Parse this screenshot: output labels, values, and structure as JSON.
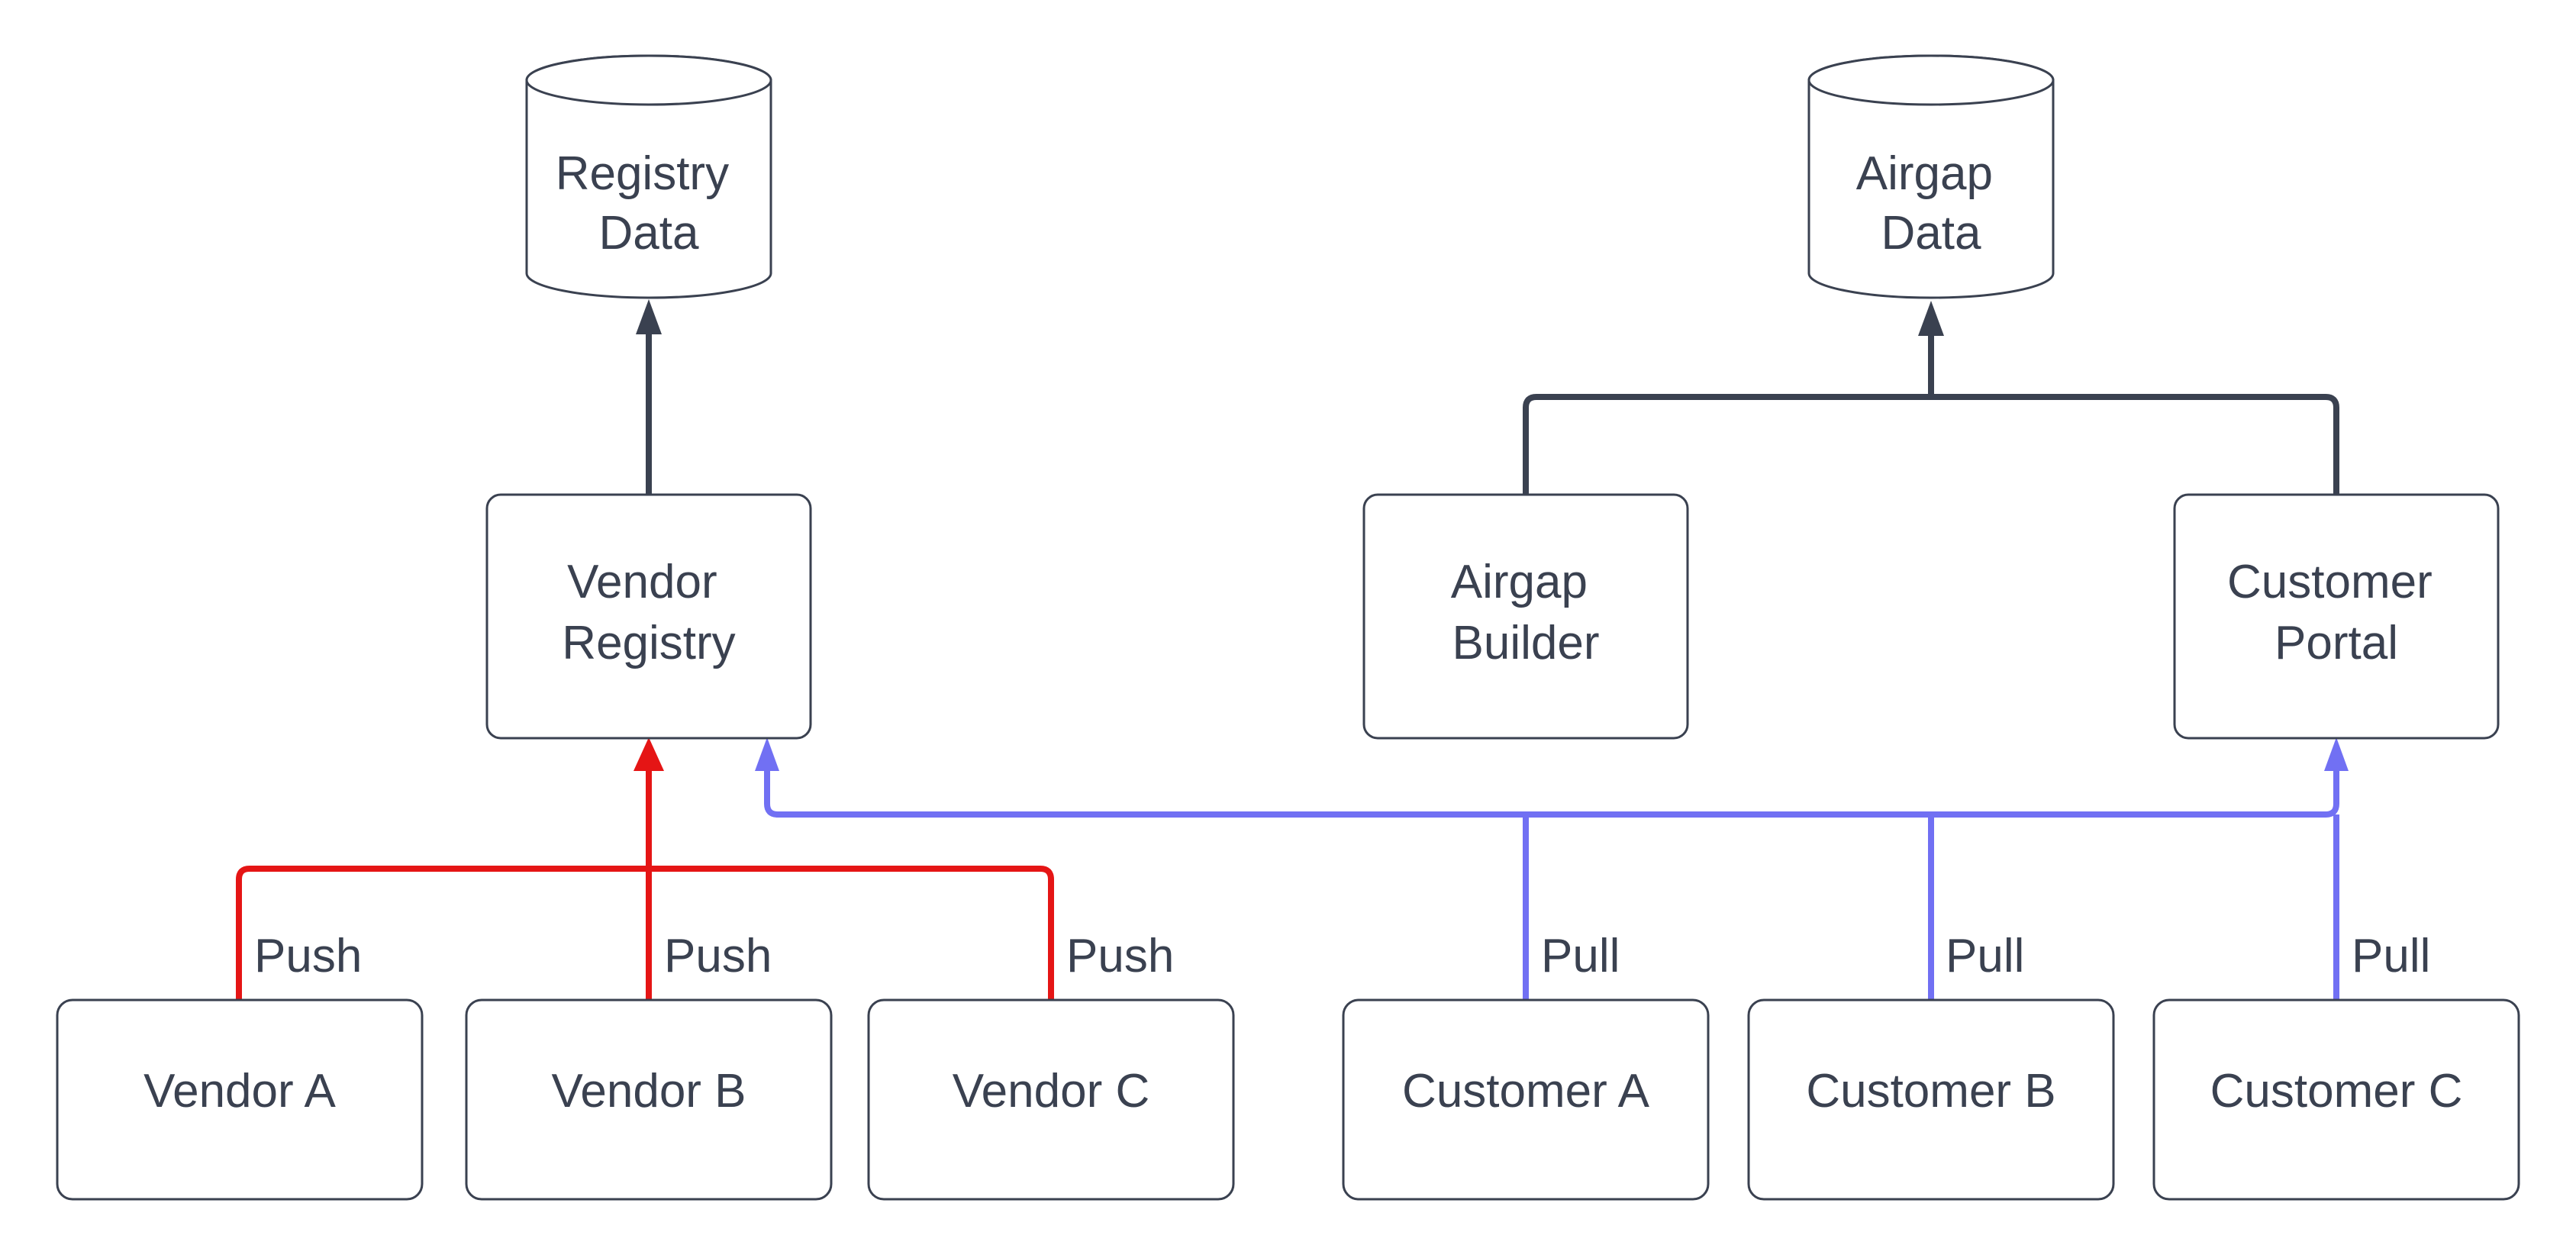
{
  "colors": {
    "stroke_dark": "#3a4150",
    "push_red": "#e51515",
    "pull_blue": "#7170f3",
    "text": "#3a4150",
    "shape_fill": "#ffffff",
    "background": "#ffffff"
  },
  "nodes": {
    "registry_data": {
      "type": "cylinder",
      "label": "Registry Data",
      "line1": "Registry",
      "line2": "Data"
    },
    "airgap_data": {
      "type": "cylinder",
      "label": "Airgap Data",
      "line1": "Airgap",
      "line2": "Data"
    },
    "vendor_registry": {
      "type": "box",
      "label": "Vendor Registry",
      "line1": "Vendor",
      "line2": "Registry"
    },
    "airgap_builder": {
      "type": "box",
      "label": "Airgap Builder",
      "line1": "Airgap",
      "line2": "Builder"
    },
    "customer_portal": {
      "type": "box",
      "label": "Customer Portal",
      "line1": "Customer",
      "line2": "Portal"
    },
    "vendor_a": {
      "type": "box",
      "label": "Vendor A"
    },
    "vendor_b": {
      "type": "box",
      "label": "Vendor B"
    },
    "vendor_c": {
      "type": "box",
      "label": "Vendor C"
    },
    "customer_a": {
      "type": "box",
      "label": "Customer A"
    },
    "customer_b": {
      "type": "box",
      "label": "Customer B"
    },
    "customer_c": {
      "type": "box",
      "label": "Customer C"
    }
  },
  "edge_labels": {
    "push": "Push",
    "pull": "Pull"
  },
  "edges": [
    {
      "from": "Vendor Registry",
      "to": "Registry Data",
      "label": "",
      "color": "dark"
    },
    {
      "from": "Airgap Builder",
      "to": "Airgap Data",
      "label": "",
      "color": "dark"
    },
    {
      "from": "Customer Portal",
      "to": "Airgap Data",
      "label": "",
      "color": "dark"
    },
    {
      "from": "Vendor A",
      "to": "Vendor Registry",
      "label": "Push",
      "color": "red"
    },
    {
      "from": "Vendor B",
      "to": "Vendor Registry",
      "label": "Push",
      "color": "red"
    },
    {
      "from": "Vendor C",
      "to": "Vendor Registry",
      "label": "Push",
      "color": "red"
    },
    {
      "from": "Customer A",
      "to": "Customer Portal",
      "label": "Pull",
      "color": "blue"
    },
    {
      "from": "Customer B",
      "to": "Customer Portal",
      "label": "Pull",
      "color": "blue"
    },
    {
      "from": "Customer C",
      "to": "Customer Portal",
      "label": "Pull",
      "color": "blue"
    },
    {
      "from": "Customer A/B/C shared line",
      "to": "Vendor Registry",
      "label": "",
      "color": "blue"
    }
  ]
}
